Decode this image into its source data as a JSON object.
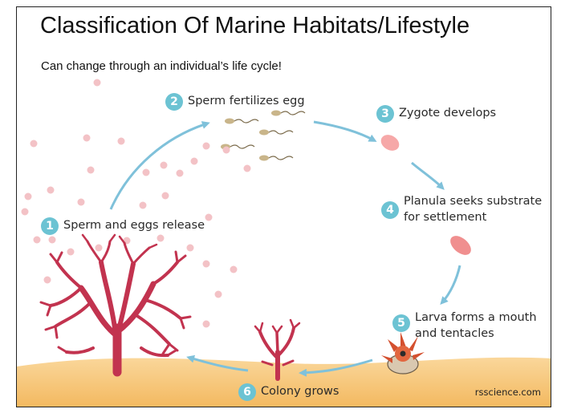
{
  "title": "Classification Of Marine Habitats/Lifestyle",
  "subtitle": "Can change through an individual’s life cycle!",
  "credit": "rsscience.com",
  "colors": {
    "badge": "#6cc3d3",
    "arrow": "#7fc1da",
    "coral": "#c2334f",
    "egg": "#f3c2c6",
    "sand": "#f6c67c",
    "sperm_head": "#c9b58a"
  },
  "steps": [
    {
      "number": "1",
      "label_lines": [
        "Sperm and eggs release"
      ]
    },
    {
      "number": "2",
      "label_lines": [
        "Sperm fertilizes egg"
      ]
    },
    {
      "number": "3",
      "label_lines": [
        "Zygote develops"
      ]
    },
    {
      "number": "4",
      "label_lines": [
        "Planula seeks substrate",
        "for settlement"
      ]
    },
    {
      "number": "5",
      "label_lines": [
        "Larva forms a mouth",
        "and tentacles"
      ]
    },
    {
      "number": "6",
      "label_lines": [
        "Colony grows"
      ]
    }
  ]
}
